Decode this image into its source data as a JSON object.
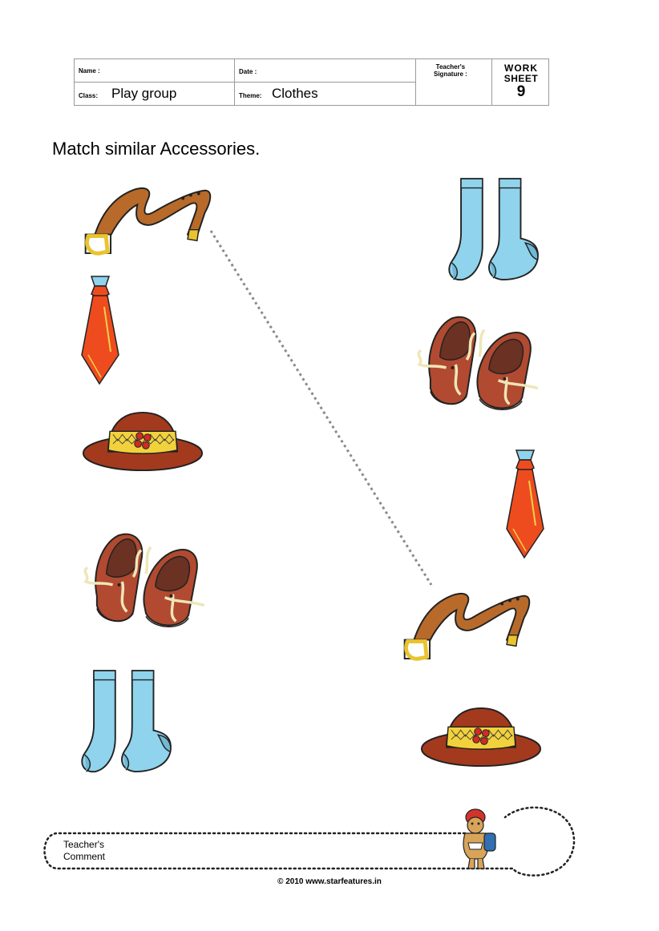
{
  "header": {
    "name_label": "Name :",
    "date_label": "Date :",
    "teacher_signature_label_line1": "Teacher's",
    "teacher_signature_label_line2": "Signature :",
    "class_label": "Class:",
    "class_value": "Play group",
    "theme_label": "Theme:",
    "theme_value": "Clothes",
    "worksheet_line1": "WORK",
    "worksheet_line2": "SHEET",
    "worksheet_number": "9"
  },
  "instruction": "Match similar Accessories.",
  "left_items": [
    "belt-icon",
    "tie-icon",
    "hat-icon",
    "shoes-icon",
    "socks-icon"
  ],
  "right_items": [
    "socks-icon",
    "shoes-icon",
    "tie-icon",
    "belt-icon",
    "hat-icon"
  ],
  "example_match": {
    "left": "belt",
    "right": "belt"
  },
  "comment": {
    "line1": "Teacher's",
    "line2": "Comment"
  },
  "footer": "© 2010  www.starfeatures.in",
  "colors": {
    "belt": "#b86a2a",
    "tie": "#ee4c1e",
    "hat": "#a33a1d",
    "shoe": "#b14a30",
    "sock": "#8fd3ec",
    "band": "#f2d23c"
  }
}
